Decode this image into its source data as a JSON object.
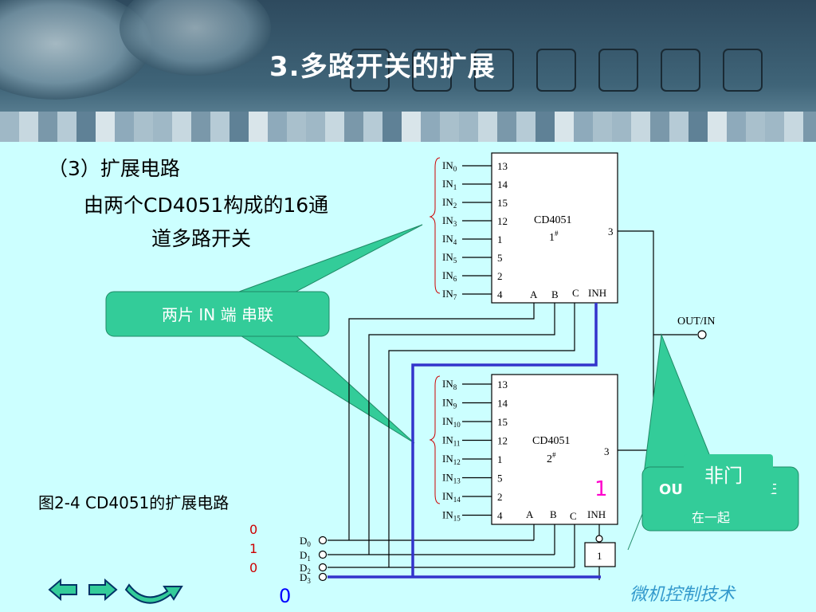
{
  "slide": {
    "title": "3.多路开关的扩展",
    "section": "（3）扩展电路",
    "desc_line1": "由两个CD4051构成的16通",
    "desc_line2": "道多路开关",
    "figure_caption": "图2-4  CD4051的扩展电路",
    "footer": "微机控制技术"
  },
  "callouts": {
    "series": "两片 IN 端 串联",
    "out_left": "OU",
    "out_right": "E",
    "not_gate": "非门",
    "together": "在一起"
  },
  "chip1": {
    "name": "CD4051",
    "number": "1",
    "inputs": [
      {
        "label": "IN",
        "sub": "0",
        "pin": "13"
      },
      {
        "label": "IN",
        "sub": "1",
        "pin": "14"
      },
      {
        "label": "IN",
        "sub": "2",
        "pin": "15"
      },
      {
        "label": "IN",
        "sub": "3",
        "pin": "12"
      },
      {
        "label": "IN",
        "sub": "4",
        "pin": "1"
      },
      {
        "label": "IN",
        "sub": "5",
        "pin": "5"
      },
      {
        "label": "IN",
        "sub": "6",
        "pin": "2"
      },
      {
        "label": "IN",
        "sub": "7",
        "pin": "4"
      }
    ],
    "out_pin": "3",
    "bottom": [
      "A",
      "B",
      "C",
      "INH"
    ]
  },
  "chip2": {
    "name": "CD4051",
    "number": "2",
    "inputs": [
      {
        "label": "IN",
        "sub": "8",
        "pin": "13"
      },
      {
        "label": "IN",
        "sub": "9",
        "pin": "14"
      },
      {
        "label": "IN",
        "sub": "10",
        "pin": "15"
      },
      {
        "label": "IN",
        "sub": "11",
        "pin": "12"
      },
      {
        "label": "IN",
        "sub": "12",
        "pin": "1"
      },
      {
        "label": "IN",
        "sub": "13",
        "pin": "5"
      },
      {
        "label": "IN",
        "sub": "14",
        "pin": "2"
      },
      {
        "label": "IN",
        "sub": "15",
        "pin": "4"
      }
    ],
    "out_pin": "3",
    "bottom": [
      "A",
      "B",
      "C",
      "INH"
    ]
  },
  "out_label": "OUT/IN",
  "inverter_label": "1",
  "inh2_value": "1",
  "bit_values": [
    "0",
    "1",
    "0"
  ],
  "d3_value": "0",
  "data_lines": [
    {
      "label": "D",
      "sub": "0"
    },
    {
      "label": "D",
      "sub": "1"
    },
    {
      "label": "D",
      "sub": "2"
    },
    {
      "label": "D",
      "sub": "3"
    }
  ],
  "colors": {
    "background": "#ccffff",
    "callout": "#33cc99",
    "wire": "#000000",
    "highlight_wire": "#3333cc",
    "value_red": "#cc0000",
    "value_blue": "#0000ff",
    "value_magenta": "#ff00cc",
    "footer": "#3399cc"
  },
  "nav": {
    "prev_icon": "arrow-left-icon",
    "next_icon": "arrow-right-icon",
    "return_icon": "return-curve-icon"
  }
}
